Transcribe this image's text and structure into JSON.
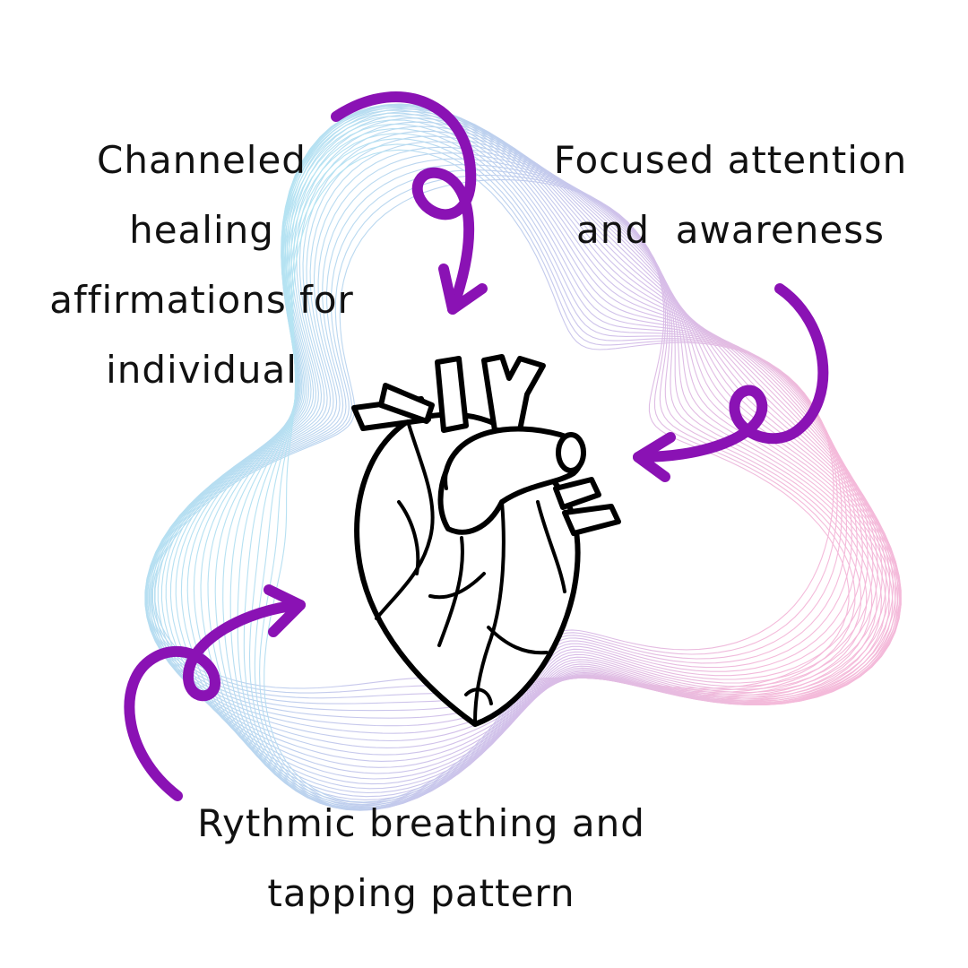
{
  "labels": {
    "top_left": [
      "Channeled",
      "healing",
      "affirmations for",
      "individual"
    ],
    "top_right": [
      "Focused attention",
      "and  awareness"
    ],
    "bottom": [
      "Rythmic breathing and",
      "tapping pattern"
    ]
  },
  "colors": {
    "arrow": "#8a12b4",
    "wave_cyan": "#a9ecf4",
    "wave_blue": "#b7c9ec",
    "wave_pink": "#f3b3d6",
    "wave_violet": "#d3b6e6",
    "heart_stroke": "#000000",
    "text": "#111111"
  },
  "icons": {
    "center": "anatomical-heart-icon",
    "arrows": [
      "curly-arrow-top-icon",
      "curly-arrow-right-icon",
      "curly-arrow-bottom-left-icon"
    ]
  }
}
